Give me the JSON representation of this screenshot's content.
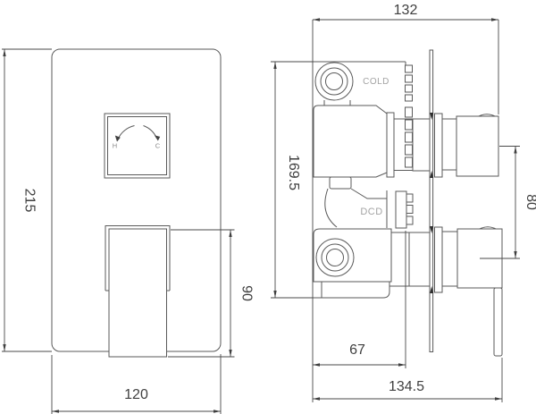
{
  "page": {
    "title": "Concealed shower valve technical drawing",
    "background": "#ffffff"
  },
  "front_view": {
    "dimensions": {
      "overall_height": "215",
      "overall_width": "120",
      "handle_height": "90"
    },
    "dial": {
      "hot_label": "H",
      "cold_label": "C"
    }
  },
  "side_view": {
    "dimensions": {
      "overall_depth": "132",
      "body_height": "169.5",
      "control_spacing": "80",
      "valve_body_depth": "67",
      "overall_projection": "134.5"
    },
    "labels": {
      "cold_port": "COLD",
      "body_mark": "DCD"
    }
  },
  "colors": {
    "line": "#5a5a5a",
    "dimension_text": "#3f3f3f",
    "label_text": "#a3a3a3",
    "background": "#ffffff"
  }
}
